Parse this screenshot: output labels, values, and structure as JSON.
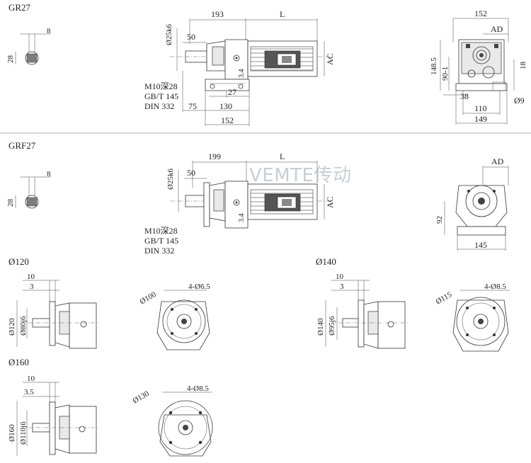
{
  "sections": {
    "gr27": {
      "title": "GR27",
      "key": {
        "width": "8",
        "height": "28"
      },
      "side": {
        "len_193": "193",
        "len_L": "L",
        "len_50": "50",
        "shaft_dia": "Ø25k6",
        "motor_ac": "AC",
        "val_34": "3.4",
        "val_27": "27",
        "val_75": "75",
        "val_130": "130",
        "val_152": "152",
        "thread1": "M10深28",
        "thread2": "GB/T 145",
        "thread3": "DIN 332"
      },
      "end": {
        "w_152": "152",
        "ad": "AD",
        "h_1485": "148.5",
        "h_90": "90-1",
        "v_18": "18",
        "v_38": "38",
        "v_9": "Ø9",
        "v_110": "110",
        "v_149": "149"
      }
    },
    "grf27": {
      "title": "GRF27",
      "key": {
        "width": "8",
        "height": "28"
      },
      "side": {
        "len_199": "199",
        "len_L": "L",
        "len_50": "50",
        "shaft_dia": "Ø25k6",
        "motor_ac": "AC",
        "val_34": "3.4",
        "thread1": "M10深28",
        "thread2": "GB/T 145",
        "thread3": "DIN 332"
      },
      "end": {
        "ad": "AD",
        "h_92": "92",
        "w_145": "145"
      }
    },
    "flange120": {
      "title": "Ø120",
      "v10": "10",
      "v3": "3",
      "d_outer": "Ø120",
      "d_pilot": "Ø80j6",
      "pcd": "Ø100",
      "holes": "4-Ø6.5"
    },
    "flange140": {
      "title": "Ø140",
      "v10": "10",
      "v3": "3",
      "d_outer": "Ø140",
      "d_pilot": "Ø95j6",
      "pcd": "Ø115",
      "holes": "4-Ø8.5"
    },
    "flange160": {
      "title": "Ø160",
      "v10": "10",
      "v35": "3.5",
      "d_outer": "Ø160",
      "d_pilot": "Ø110j6",
      "pcd": "Ø130",
      "holes": "4-Ø8.5"
    }
  },
  "watermark": "VEMTE传动"
}
